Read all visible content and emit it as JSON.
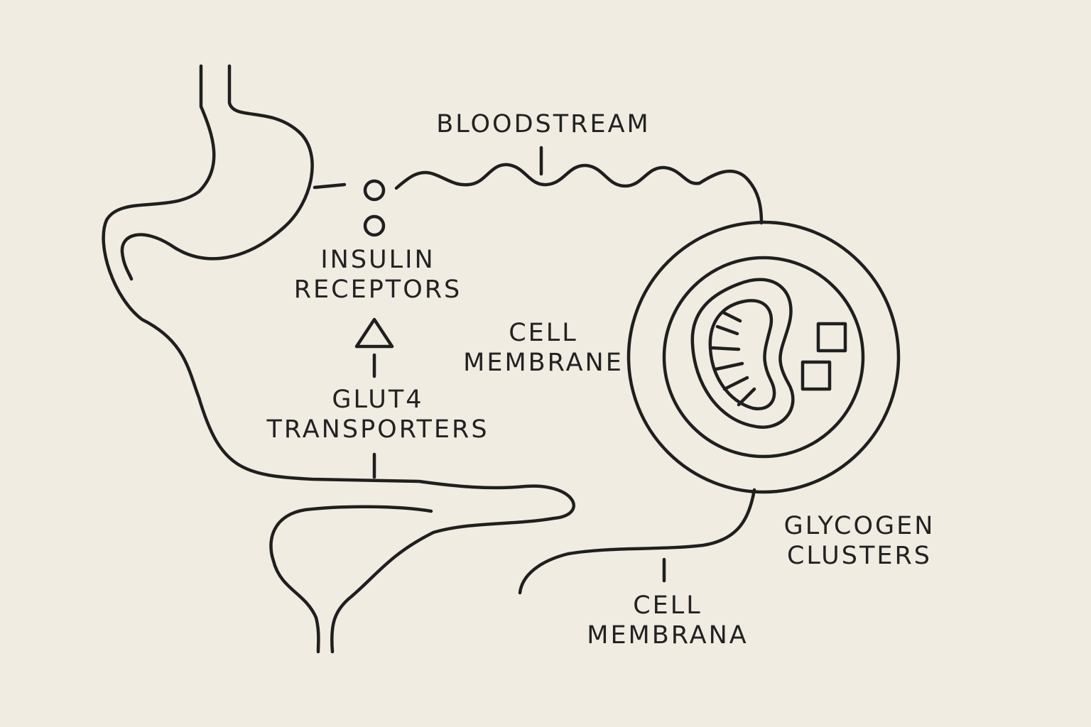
{
  "colors": {
    "background": "#f1ece2",
    "line": "#1f1f1f",
    "text": "#222222"
  },
  "labels": {
    "bloodstream": "BLOODSTREAM",
    "insulin_receptors": [
      "INSULIN",
      "RECEPTORS"
    ],
    "glut4_transporters": [
      "GLUT4",
      "TRANSPORTERS"
    ],
    "cell_membrane": [
      "CELL",
      "MEMBRANE"
    ],
    "glycogen_clusters": [
      "GLYCOGEN",
      "CLUSTERS"
    ],
    "cell_membrana": [
      "CELL",
      "MEMBRANA"
    ]
  }
}
